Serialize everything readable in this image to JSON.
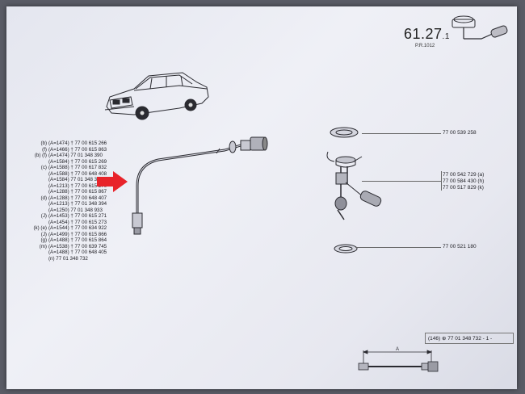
{
  "header": {
    "page_number": "61.27",
    "page_suffix": ".1",
    "sub_ref": "P.R.1012"
  },
  "left_list": [
    {
      "key": "(b)",
      "cond": "(A=1474)",
      "ref": "† 77 00 615 266"
    },
    {
      "key": "(f)",
      "cond": "(A=1466)",
      "ref": "† 77 00 615 863"
    },
    {
      "key": "(b) (f)",
      "cond": "(A=1474)",
      "ref": "77 01 348 390"
    },
    {
      "key": "",
      "cond": "(A=1584)",
      "ref": "† 77 00 615 269"
    },
    {
      "key": "(c)",
      "cond": "(A=1588)",
      "ref": "† 77 00 617 832"
    },
    {
      "key": "",
      "cond": "(A=1588)",
      "ref": "† 77 00 648 408"
    },
    {
      "key": "",
      "cond": "(A=1584)",
      "ref": "77 01 348 396"
    },
    {
      "key": "",
      "cond": "(A=1213)",
      "ref": "† 77 00 615 270"
    },
    {
      "key": "",
      "cond": "(A=1288)",
      "ref": "† 77 00 615 867"
    },
    {
      "key": "(d)",
      "cond": "(A=1288)",
      "ref": "† 77 00 648 407"
    },
    {
      "key": "",
      "cond": "(A=1213)",
      "ref": "† 77 01 348 394"
    },
    {
      "key": "",
      "cond": "(A=1250)",
      "ref": "77 01 348 933"
    },
    {
      "key": "(J)",
      "cond": "(A=1453)",
      "ref": "† 77 00 615 271"
    },
    {
      "key": "",
      "cond": "(A=1454)",
      "ref": "† 77 00 615 273"
    },
    {
      "key": "(k) (e)",
      "cond": "(A=1544)",
      "ref": "† 77 00 634 922"
    },
    {
      "key": "(J)",
      "cond": "(A=1499)",
      "ref": "† 77 00 615 866"
    },
    {
      "key": "(g)",
      "cond": "(A=1488)",
      "ref": "† 77 00 615 864"
    },
    {
      "key": "(m)",
      "cond": "(A=1538)",
      "ref": "† 77 00 639 745"
    },
    {
      "key": "",
      "cond": "(A=1488)",
      "ref": "† 77 00 648 405"
    },
    {
      "key": "",
      "cond": "(n)",
      "ref": "77 01 348 732"
    }
  ],
  "right_refs": {
    "top_ring": "77 00 539 258",
    "sender_a": "77 00 542 729",
    "sender_a_tag": "(a)",
    "sender_h": "77 00 584 430",
    "sender_h_tag": "(h)",
    "sender_k": "77 00 517 829",
    "sender_k_tag": "(k)",
    "seal": "77 00 521 180"
  },
  "bottom": {
    "tag": "(146)",
    "symbol": "⊕",
    "ref": "77 01 348 732 - 1 -",
    "dimension_label": "A"
  },
  "colors": {
    "arrow": "#e8232a",
    "ink": "#2a2a30"
  }
}
